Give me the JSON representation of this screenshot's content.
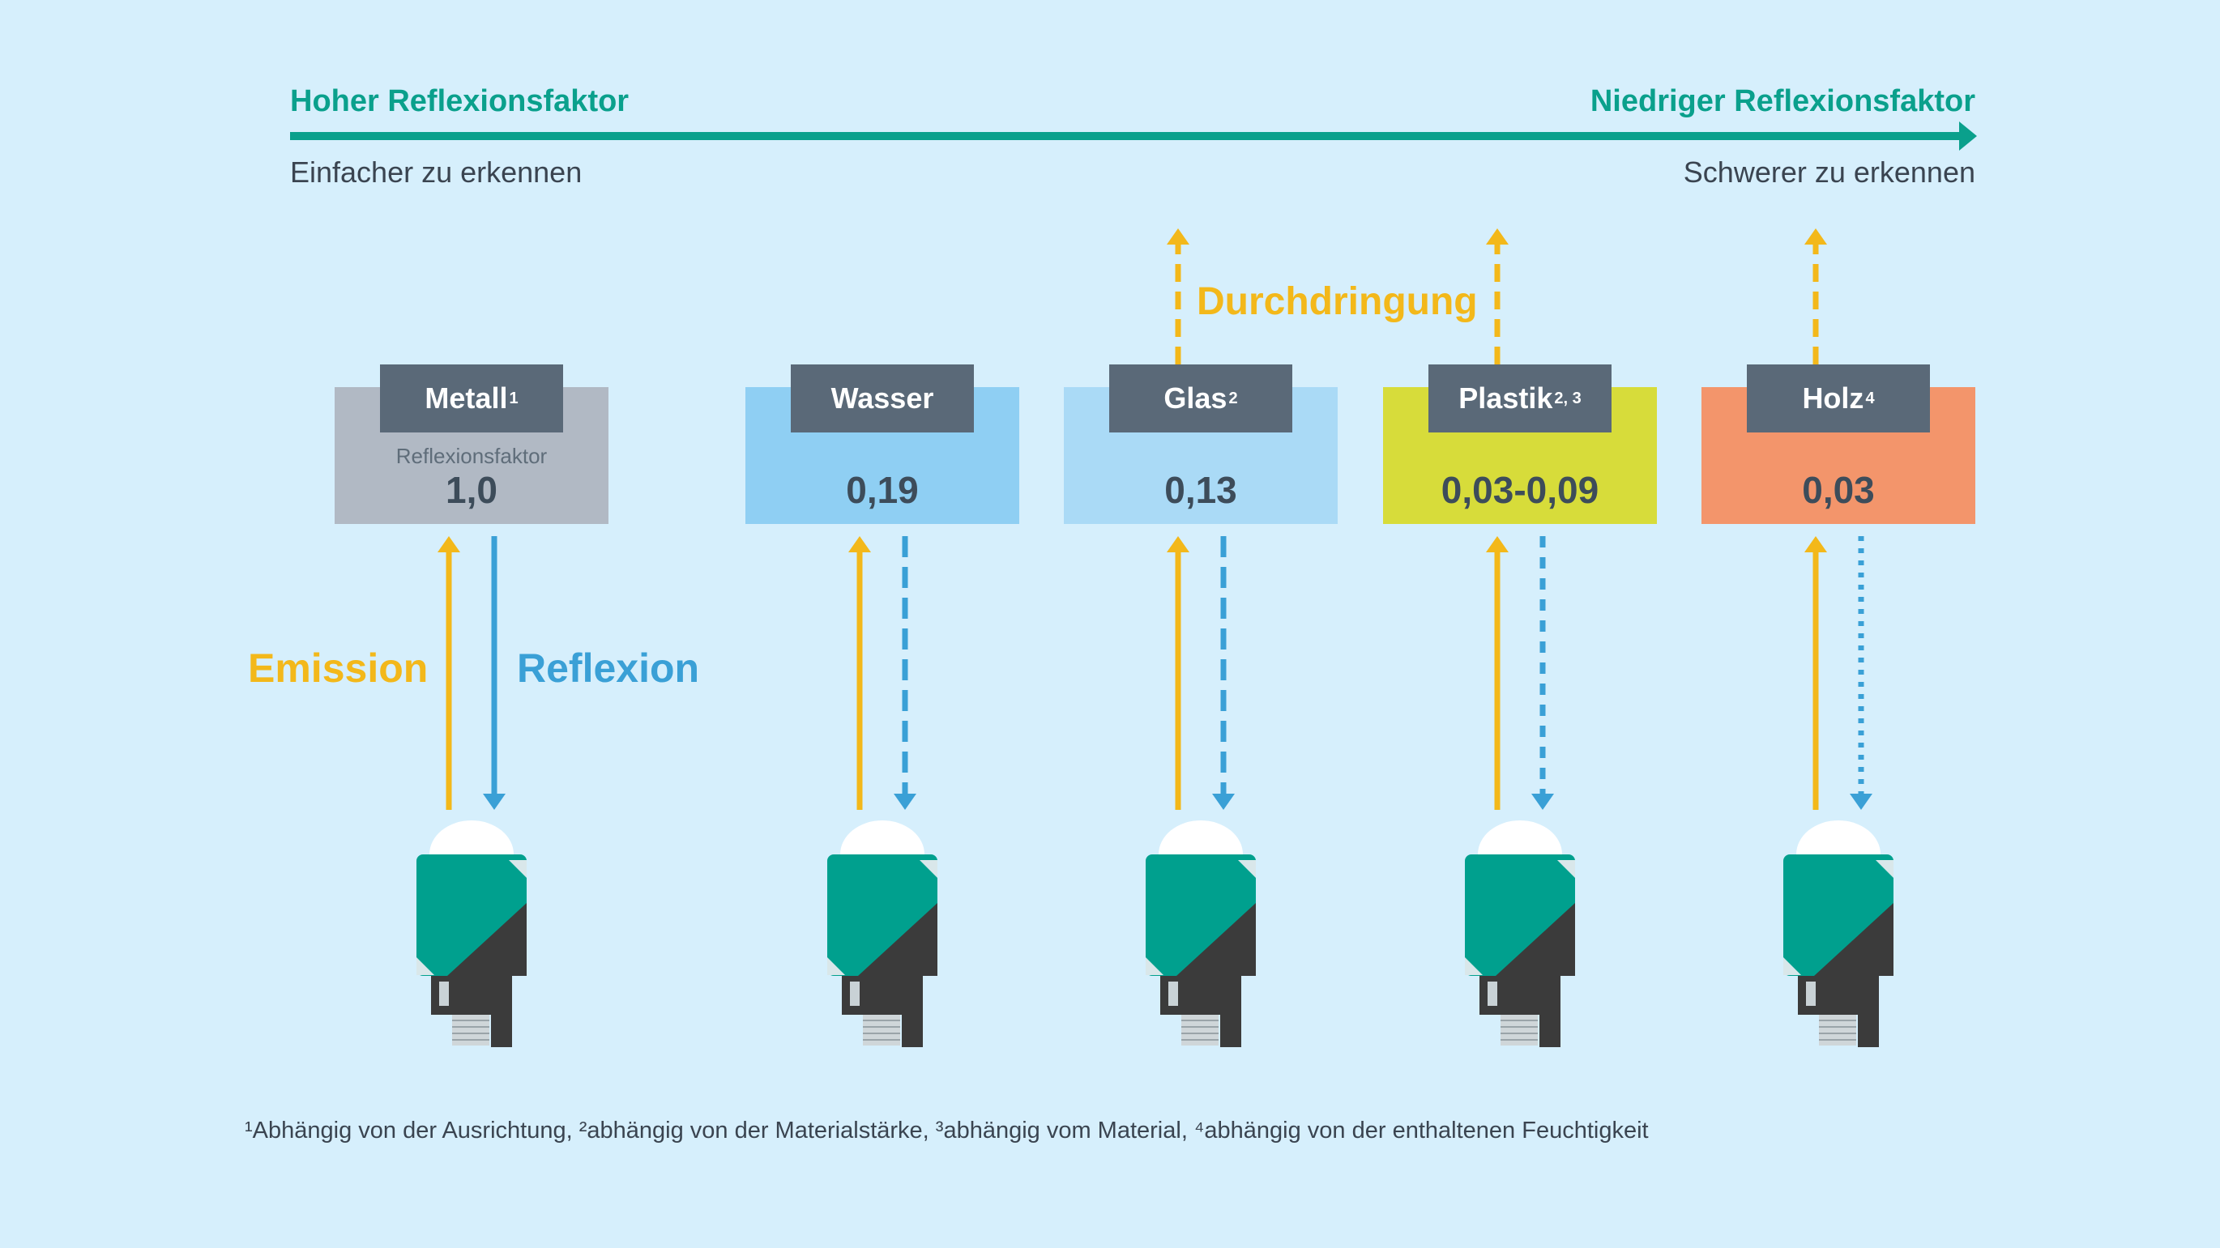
{
  "scale": {
    "left_title": "Hoher Reflexionsfaktor",
    "right_title": "Niedriger Reflexionsfaktor",
    "left_sub": "Einfacher zu erkennen",
    "right_sub": "Schwerer zu erkennen"
  },
  "materials": [
    {
      "name": "Metall",
      "sup": "1",
      "caption": "Reflexionsfaktor",
      "value": "1,0",
      "color": "#b1b9c4"
    },
    {
      "name": "Wasser",
      "sup": "",
      "caption": "",
      "value": "0,19",
      "color": "#8fcff3"
    },
    {
      "name": "Glas",
      "sup": "2",
      "caption": "",
      "value": "0,13",
      "color": "#aadaf6"
    },
    {
      "name": "Plastik",
      "sup": "2, 3",
      "caption": "",
      "value": "0,03-0,09",
      "color": "#d7dc3a"
    },
    {
      "name": "Holz",
      "sup": "4",
      "caption": "",
      "value": "0,03",
      "color": "#f3956b"
    }
  ],
  "legend": {
    "emission": "Emission",
    "reflexion": "Reflexion",
    "durchdringung": "Durchdringung"
  },
  "footnote": "¹Abhängig von der Ausrichtung, ²abhängig von der Materialstärke, ³abhängig vom Material, ⁴abhängig von der enthaltenen Feuchtigkeit",
  "colors": {
    "emission": "#f3b81a",
    "reflexion": "#3aa0d6",
    "accent": "#0aa08c",
    "sensor_green": "#00a08e",
    "sensor_dark": "#3b3b3b",
    "label_bg": "#5a6978"
  }
}
